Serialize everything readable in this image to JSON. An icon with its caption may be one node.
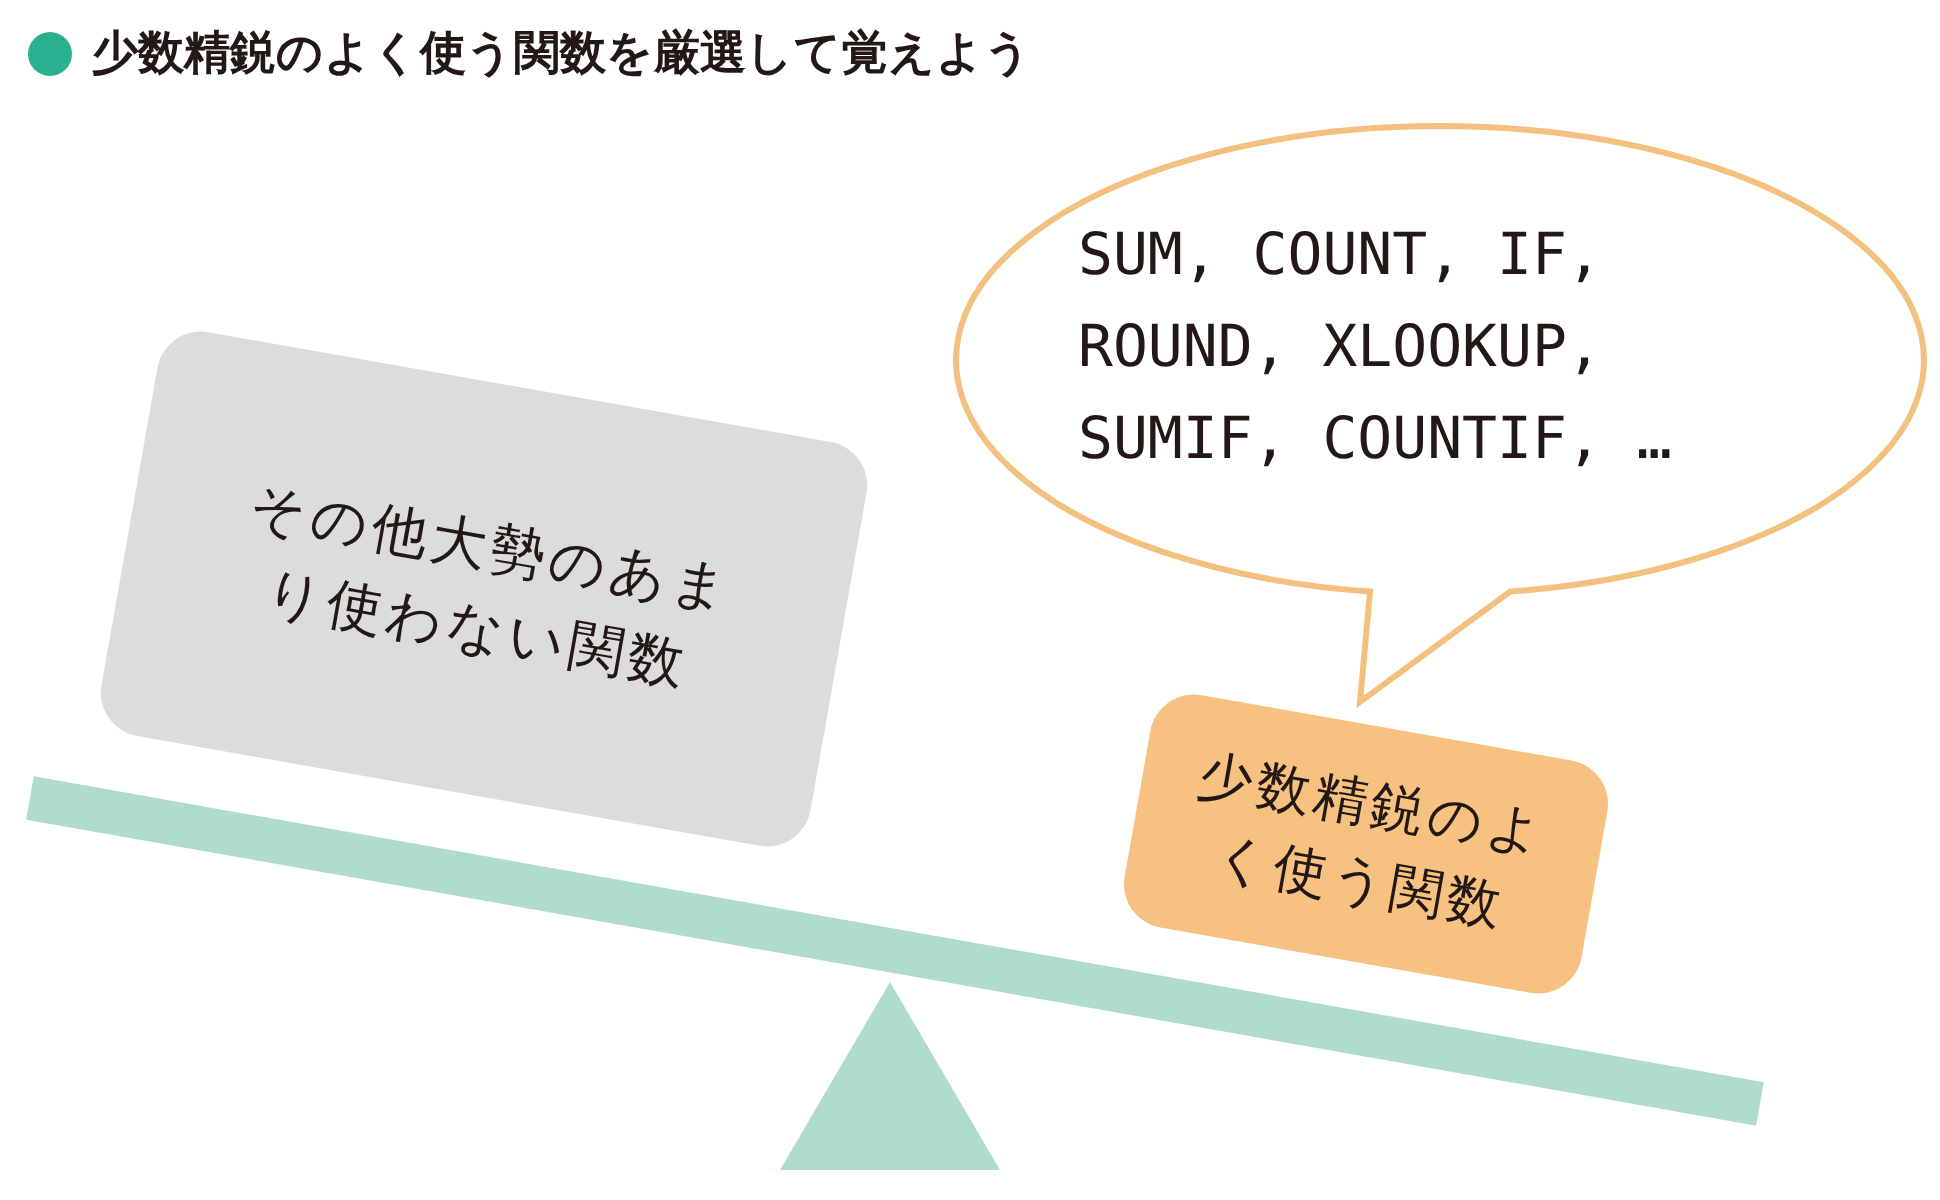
{
  "diagram": {
    "title": "少数精鋭のよく使う関数を厳選して覚えよう",
    "nodes": [
      {
        "text": [
          "その他大勢のあまり使わない関数"
        ]
      },
      {
        "text": [
          "少数精鋭のよく使う関数"
        ]
      },
      {
        "text": [
          "SUM, COUNT, IF, ROUND, XLOOKUP, SUMIF, COUNTIF, …"
        ]
      }
    ],
    "edges": []
  }
}
